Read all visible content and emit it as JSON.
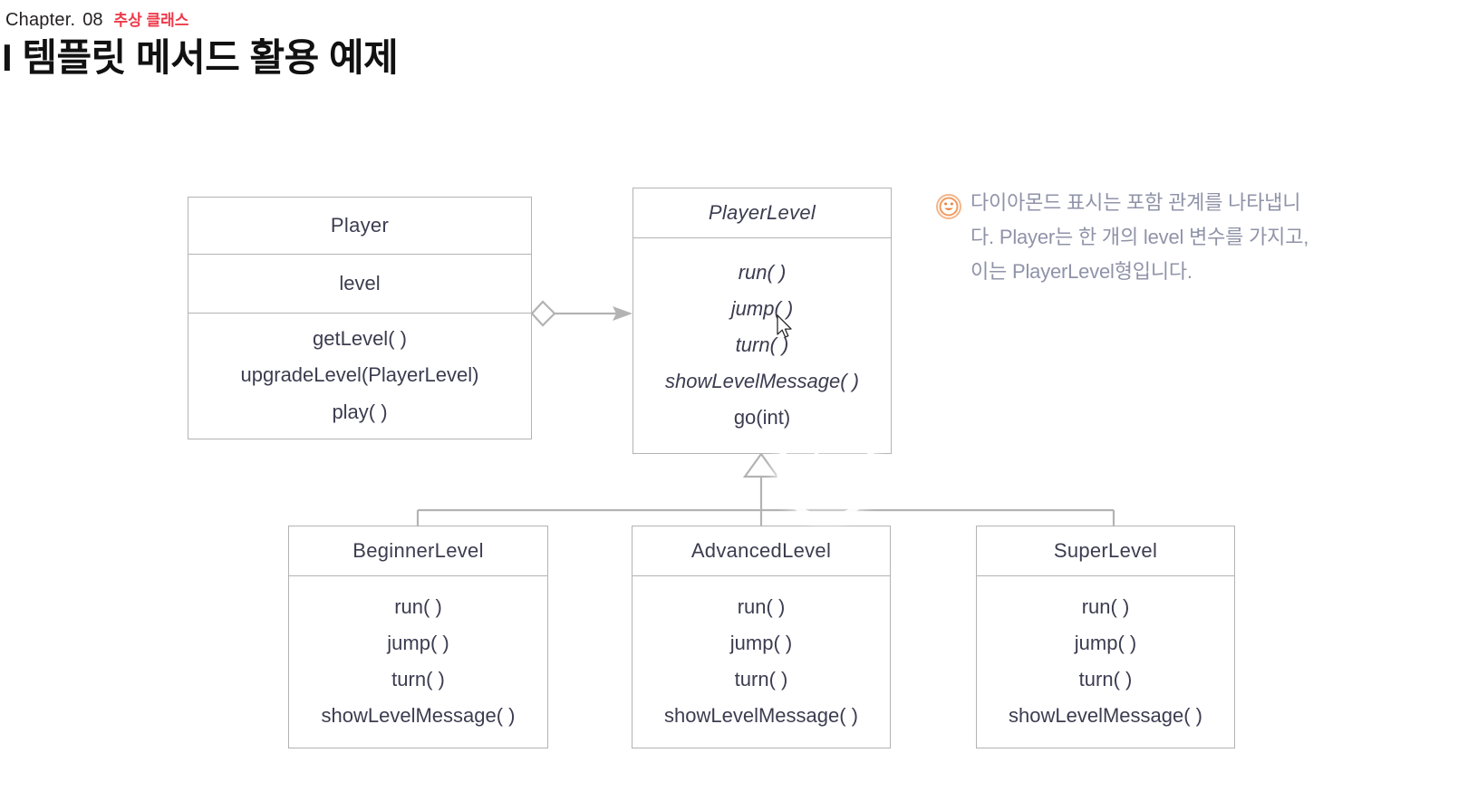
{
  "header": {
    "chapter_label": "Chapter.",
    "chapter_number": "08",
    "chapter_topic": "추상 클래스",
    "title": "I 템플릿 메서드 활용 예제"
  },
  "diagram": {
    "type": "uml-class-diagram",
    "line_color": "#b3b3b3",
    "text_color": "#3c3c50",
    "classes": [
      {
        "id": "player",
        "name": "Player",
        "abstract": false,
        "attributes": [
          "level"
        ],
        "operations": [
          {
            "label": "getLevel( )",
            "abstract": false
          },
          {
            "label": "upgradeLevel(PlayerLevel)",
            "abstract": false
          },
          {
            "label": "play( )",
            "abstract": false
          }
        ]
      },
      {
        "id": "playerlevel",
        "name": "PlayerLevel",
        "abstract": true,
        "attributes": [],
        "operations": [
          {
            "label": "run( )",
            "abstract": true
          },
          {
            "label": "jump( )",
            "abstract": true
          },
          {
            "label": "turn( )",
            "abstract": true
          },
          {
            "label": "showLevelMessage( )",
            "abstract": true
          },
          {
            "label": "go(int)",
            "abstract": false
          }
        ]
      },
      {
        "id": "beginnerlevel",
        "name": "BeginnerLevel",
        "abstract": false,
        "attributes": [],
        "operations": [
          {
            "label": "run( )",
            "abstract": false
          },
          {
            "label": "jump( )",
            "abstract": false
          },
          {
            "label": "turn( )",
            "abstract": false
          },
          {
            "label": "showLevelMessage( )",
            "abstract": false
          }
        ]
      },
      {
        "id": "advancedlevel",
        "name": "AdvancedLevel",
        "abstract": false,
        "attributes": [],
        "operations": [
          {
            "label": "run( )",
            "abstract": false
          },
          {
            "label": "jump( )",
            "abstract": false
          },
          {
            "label": "turn( )",
            "abstract": false
          },
          {
            "label": "showLevelMessage( )",
            "abstract": false
          }
        ]
      },
      {
        "id": "superlevel",
        "name": "SuperLevel",
        "abstract": false,
        "attributes": [],
        "operations": [
          {
            "label": "run( )",
            "abstract": false
          },
          {
            "label": "jump( )",
            "abstract": false
          },
          {
            "label": "turn( )",
            "abstract": false
          },
          {
            "label": "showLevelMessage( )",
            "abstract": false
          }
        ]
      }
    ],
    "relationships": [
      {
        "kind": "aggregation",
        "from": "Player",
        "to": "PlayerLevel"
      },
      {
        "kind": "generalization",
        "from": "BeginnerLevel",
        "to": "PlayerLevel"
      },
      {
        "kind": "generalization",
        "from": "AdvancedLevel",
        "to": "PlayerLevel"
      },
      {
        "kind": "generalization",
        "from": "SuperLevel",
        "to": "PlayerLevel"
      }
    ]
  },
  "note": {
    "icon": "smiley-face-icon",
    "icon_color": "#f0a875",
    "text_color": "#8f93a8",
    "lines": [
      "다이아몬드 표시는 포함 관계를 나타냅니",
      "다. Player는 한 개의 level 변수를 가지고,",
      "이는 PlayerLevel형입니다."
    ]
  },
  "overlay": {
    "play_button": "play-button"
  }
}
